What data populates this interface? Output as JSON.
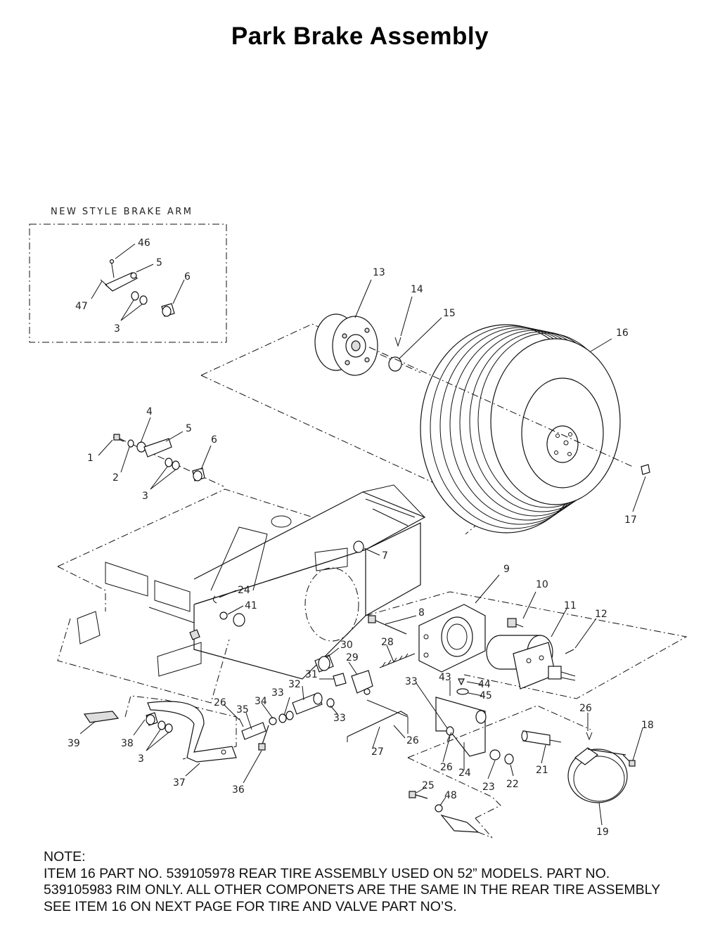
{
  "title": "Park Brake Assembly",
  "inset": {
    "label": "NEW STYLE BRAKE ARM"
  },
  "callouts": {
    "c46": "46",
    "c5a": "5",
    "c6a": "6",
    "c47": "47",
    "c3a": "3",
    "c13": "13",
    "c14": "14",
    "c15": "15",
    "c16": "16",
    "c17": "17",
    "c4": "4",
    "c5b": "5",
    "c1": "1",
    "c2": "2",
    "c6b": "6",
    "c3b": "3",
    "c7": "7",
    "c9": "9",
    "c10": "10",
    "c11": "11",
    "c12": "12",
    "c24a": "24",
    "c41": "41",
    "c8": "8",
    "c30": "30",
    "c28": "28",
    "c29": "29",
    "c31": "31",
    "c32": "32",
    "c33a": "33",
    "c33b": "33",
    "c33c": "33",
    "c43": "43",
    "c44": "44",
    "c45": "45",
    "c26a": "26",
    "c35": "35",
    "c34": "34",
    "c26b": "26",
    "c26c": "26",
    "c26d": "26",
    "c27": "27",
    "c24b": "24",
    "c39": "39",
    "c38": "38",
    "c3c": "3",
    "c37": "37",
    "c36": "36",
    "c18": "18",
    "c21": "21",
    "c23": "23",
    "c22": "22",
    "c25": "25",
    "c48": "48",
    "c19": "19"
  },
  "note": {
    "heading": "NOTE:",
    "line1": "ITEM 16 PART NO. 539105978 REAR TIRE ASSEMBLY USED ON 52” MODELS. PART NO.",
    "line2": "539105983 RIM ONLY. ALL OTHER COMPONETS ARE THE SAME IN THE REAR TIRE ASSEMBLY",
    "line3": "SEE ITEM 16 ON NEXT PAGE FOR TIRE AND VALVE PART NO’S."
  }
}
